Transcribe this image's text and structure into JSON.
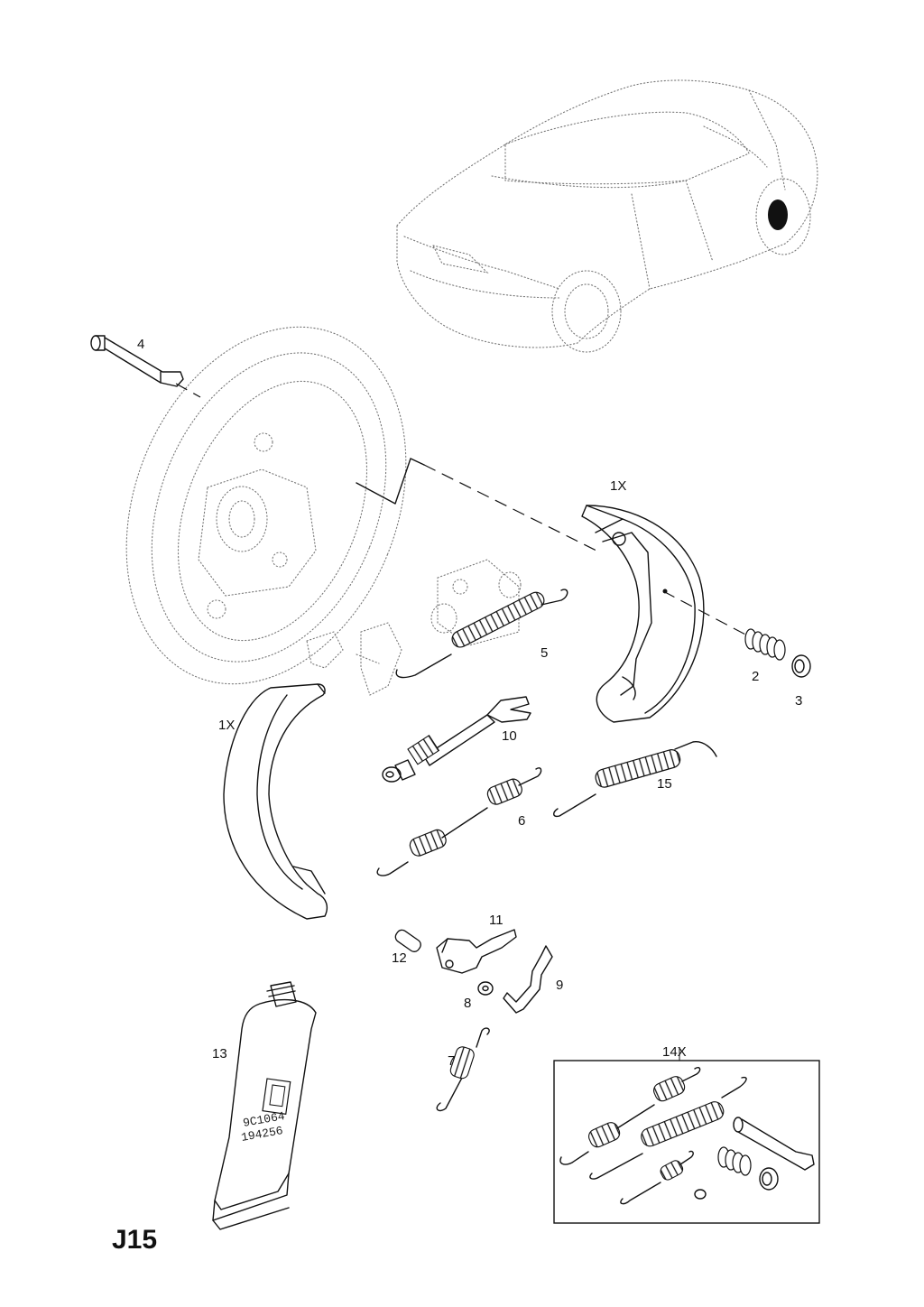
{
  "diagram": {
    "code": "J15",
    "labels": {
      "p1_top": "1X",
      "p1_left": "1X",
      "p2": "2",
      "p3": "3",
      "p4": "4",
      "p5": "5",
      "p6": "6",
      "p7": "7",
      "p8": "8",
      "p9": "9",
      "p10": "10",
      "p11": "11",
      "p12": "12",
      "p13": "13",
      "p14": "14X",
      "p15": "15"
    },
    "tube_print": [
      "9C1064",
      "194256"
    ]
  }
}
